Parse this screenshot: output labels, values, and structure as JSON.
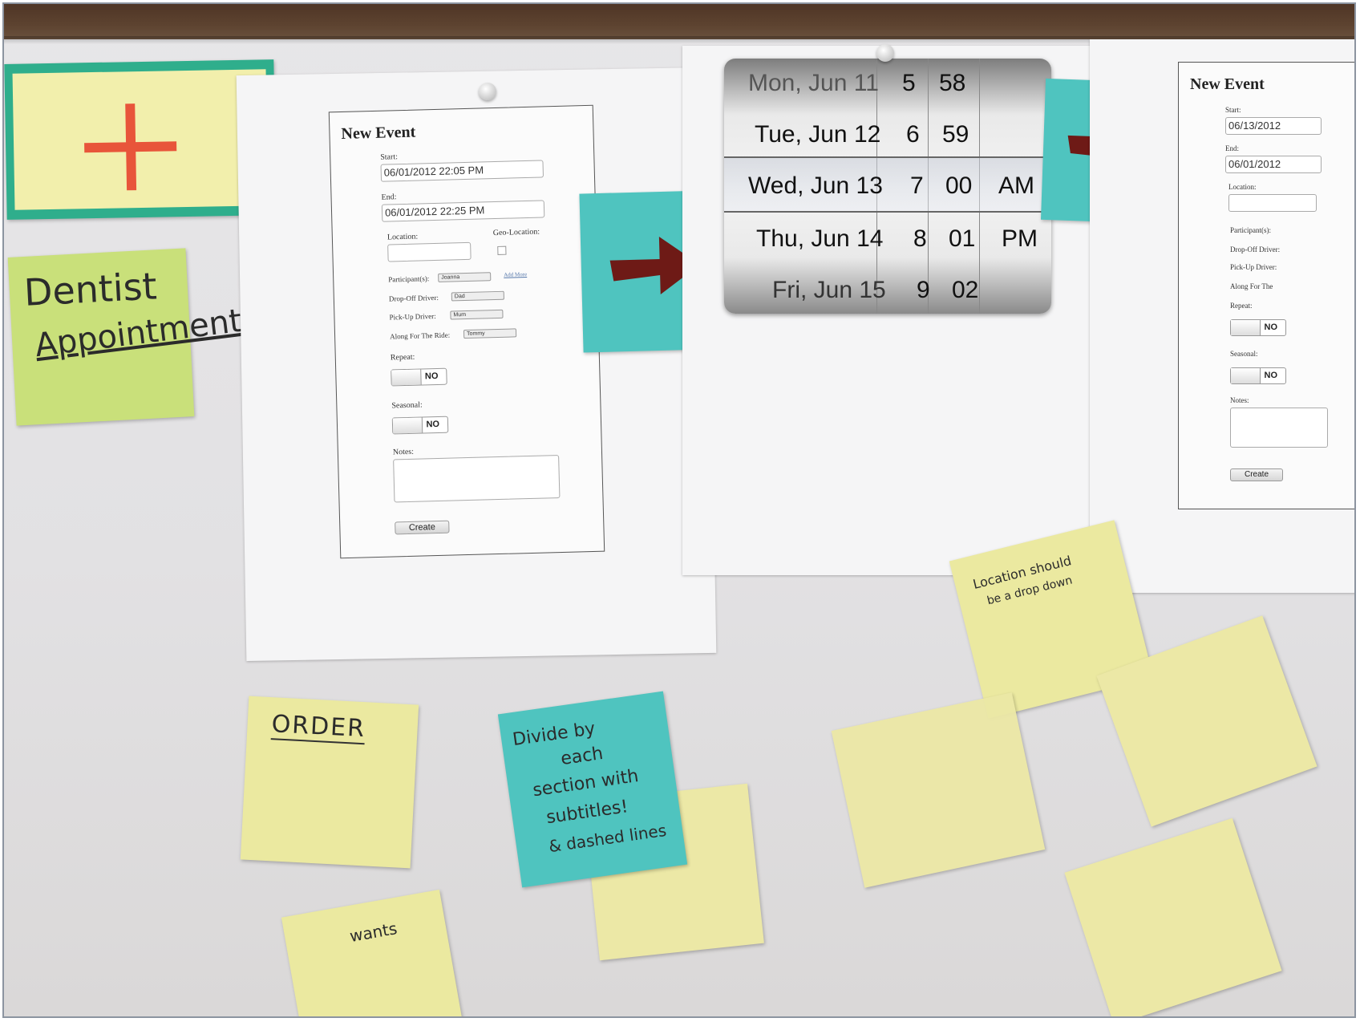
{
  "notes": {
    "dentist_line1": "Dentist",
    "dentist_line2": "Appointment",
    "order": "ORDER",
    "divide": [
      "Divide by",
      "each",
      "section with",
      "subtitles!",
      "& dashed lines"
    ],
    "bottom_left_fragment": "wants",
    "location_note": [
      "Location should",
      "be a drop down"
    ]
  },
  "form_left": {
    "title": "New Event",
    "start_label": "Start:",
    "start_value": "06/01/2012 22:05 PM",
    "end_label": "End:",
    "end_value": "06/01/2012 22:25 PM",
    "location_label": "Location:",
    "geo_label": "Geo-Location:",
    "participants_label": "Participant(s):",
    "participants_value": "Joanna",
    "add_more": "Add More",
    "dropoff_label": "Drop-Off Driver:",
    "dropoff_value": "Dad",
    "pickup_label": "Pick-Up Driver:",
    "pickup_value": "Mum",
    "along_label": "Along For The Ride:",
    "along_value": "Tommy",
    "repeat_label": "Repeat:",
    "repeat_value": "NO",
    "seasonal_label": "Seasonal:",
    "seasonal_value": "NO",
    "notes_label": "Notes:",
    "create_label": "Create"
  },
  "picker": {
    "rows": [
      {
        "date": "Mon, Jun 11",
        "hour": "5",
        "minute": "58",
        "ampm": ""
      },
      {
        "date": "Tue, Jun 12",
        "hour": "6",
        "minute": "59",
        "ampm": ""
      },
      {
        "date": "Wed, Jun 13",
        "hour": "7",
        "minute": "00",
        "ampm": "AM"
      },
      {
        "date": "Thu, Jun 14",
        "hour": "8",
        "minute": "01",
        "ampm": "PM"
      },
      {
        "date": "Fri, Jun 15",
        "hour": "9",
        "minute": "02",
        "ampm": ""
      }
    ]
  },
  "form_right": {
    "title": "New Event",
    "start_label": "Start:",
    "start_value": "06/13/2012",
    "end_label": "End:",
    "end_value": "06/01/2012",
    "location_label": "Location:",
    "participants_label": "Participant(s):",
    "dropoff_label": "Drop-Off Driver:",
    "pickup_label": "Pick-Up Driver:",
    "along_label": "Along For The",
    "repeat_label": "Repeat:",
    "repeat_value": "NO",
    "seasonal_label": "Seasonal:",
    "seasonal_value": "NO",
    "notes_label": "Notes:",
    "create_label": "Create"
  },
  "colors": {
    "plus_red": "#e8553a",
    "arrow_red": "#6e1a16",
    "teal_note": "#4fc4bf",
    "lime_note": "#c9e07a",
    "yellow_note": "#ebe9a0"
  }
}
